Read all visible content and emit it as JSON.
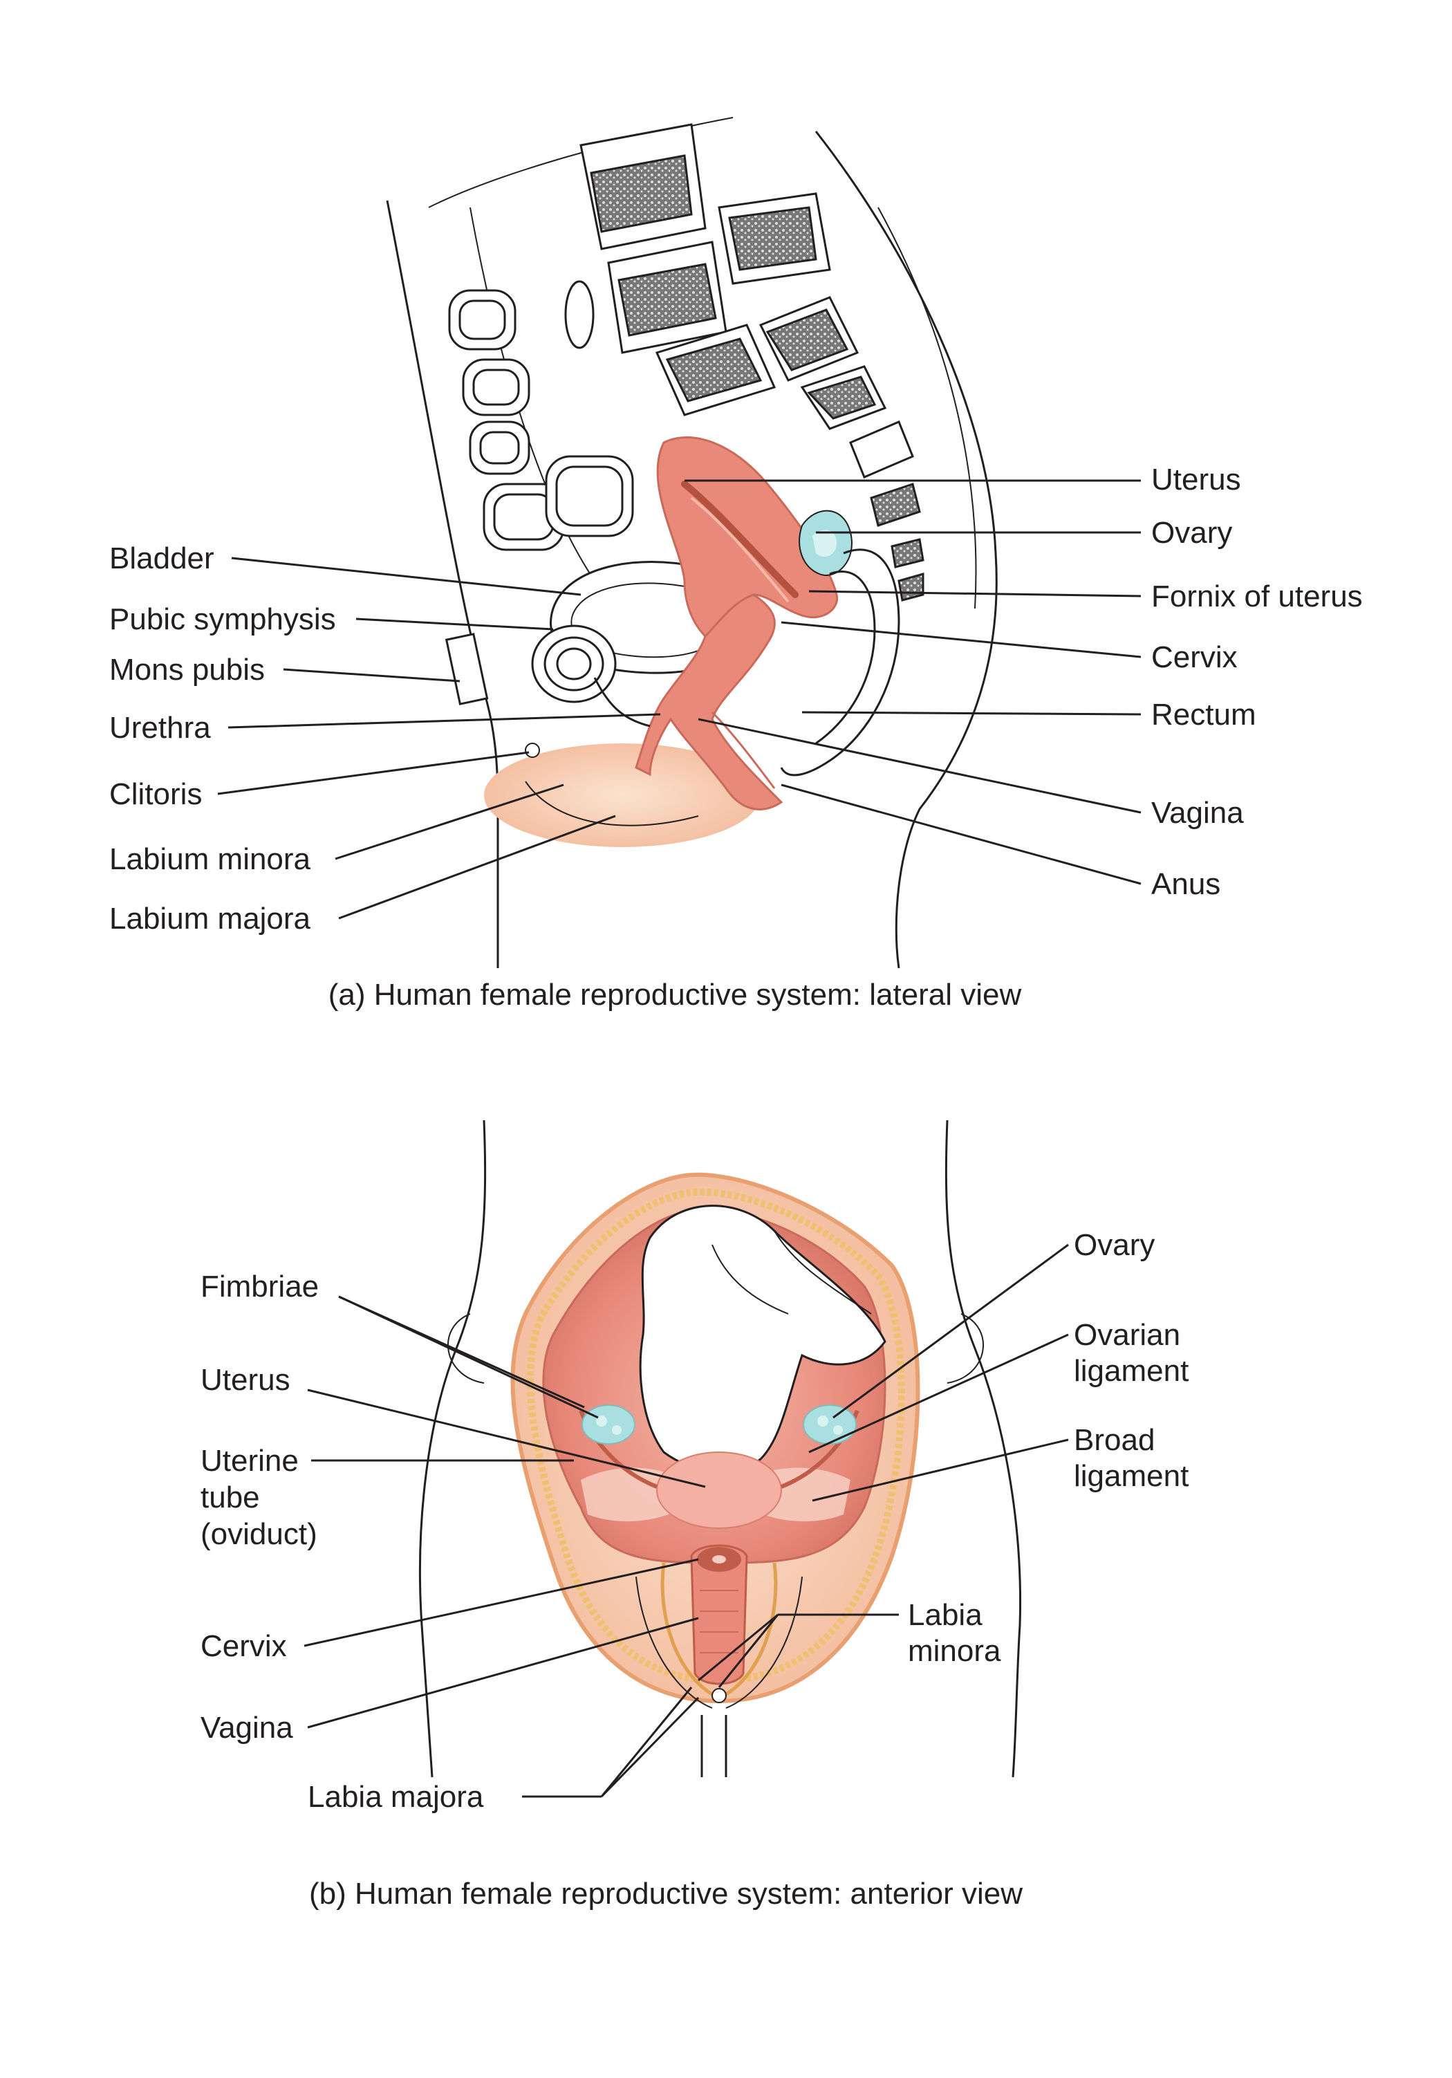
{
  "panel_a": {
    "caption": "(a) Human female reproductive system: lateral view",
    "labels": {
      "uterus": "Uterus",
      "ovary": "Ovary",
      "fornix": "Fornix of uterus",
      "cervix": "Cervix",
      "rectum": "Rectum",
      "vagina": "Vagina",
      "anus": "Anus",
      "bladder": "Bladder",
      "pubic_symphysis": "Pubic symphysis",
      "mons_pubis": "Mons pubis",
      "urethra": "Urethra",
      "clitoris": "Clitoris",
      "labium_minora": "Labium minora",
      "labium_majora": "Labium majora"
    }
  },
  "panel_b": {
    "caption": "(b) Human female reproductive system: anterior view",
    "labels": {
      "fimbriae": "Fimbriae",
      "uterus": "Uterus",
      "uterine_tube_1": "Uterine",
      "uterine_tube_2": "tube",
      "uterine_tube_3": "(oviduct)",
      "cervix": "Cervix",
      "vagina": "Vagina",
      "labia_majora": "Labia majora",
      "ovary": "Ovary",
      "ovarian_ligament_1": "Ovarian",
      "ovarian_ligament_2": "ligament",
      "broad_ligament_1": "Broad",
      "broad_ligament_2": "ligament",
      "labia_minora_1": "Labia",
      "labia_minora_2": "minora"
    }
  },
  "colors": {
    "organ": "#e8897a",
    "organ_dark": "#c96a5a",
    "ovary": "#a9dfe0",
    "skin": "#f7d2b5",
    "line": "#231f20",
    "fat": "#f0c070"
  }
}
